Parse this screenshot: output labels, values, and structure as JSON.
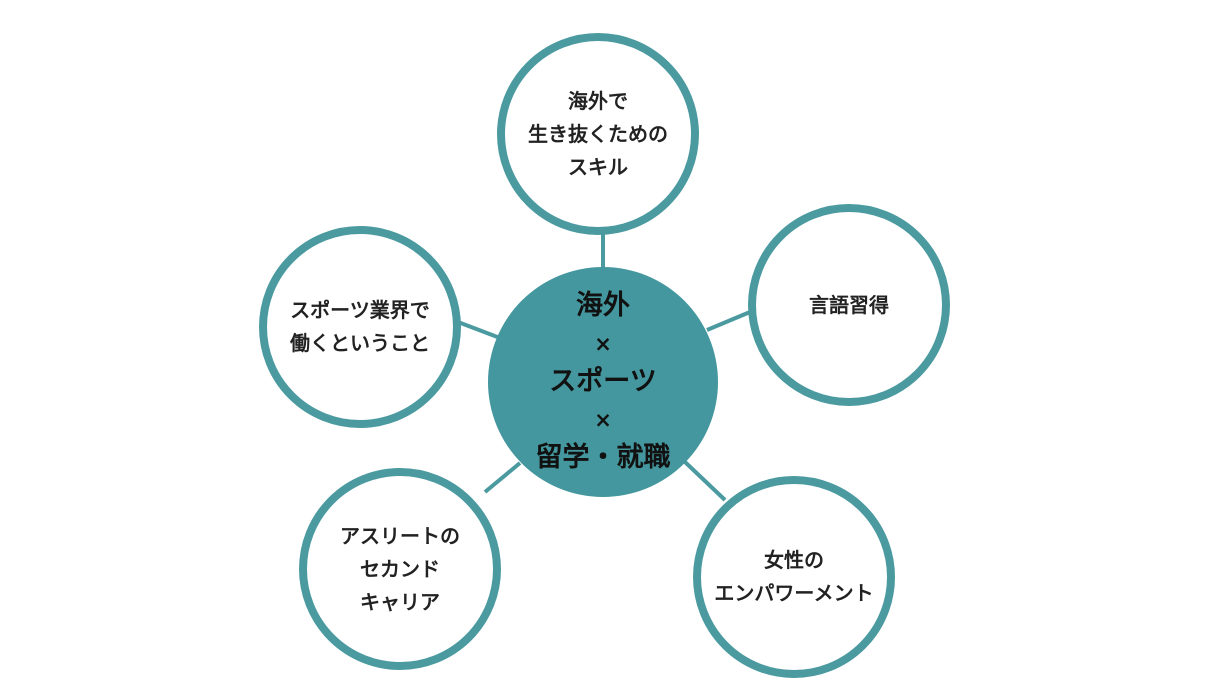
{
  "center": {
    "lines": [
      "海外",
      "×",
      "スポーツ",
      "×",
      "留学・就職"
    ]
  },
  "nodes": {
    "top": {
      "lines": [
        "海外で",
        "生き抜くための",
        "スキル"
      ]
    },
    "right": {
      "lines": [
        "言語習得"
      ]
    },
    "bottom_right": {
      "lines": [
        "女性の",
        "エンパワーメント"
      ]
    },
    "bottom_left": {
      "lines": [
        "アスリートの",
        "セカンド",
        "キャリア"
      ]
    },
    "left": {
      "lines": [
        "スポーツ業界で",
        "働くということ"
      ]
    }
  },
  "colors": {
    "ring": "#4a9aa0",
    "center_fill": "#44979e",
    "background": "#ffffff"
  }
}
